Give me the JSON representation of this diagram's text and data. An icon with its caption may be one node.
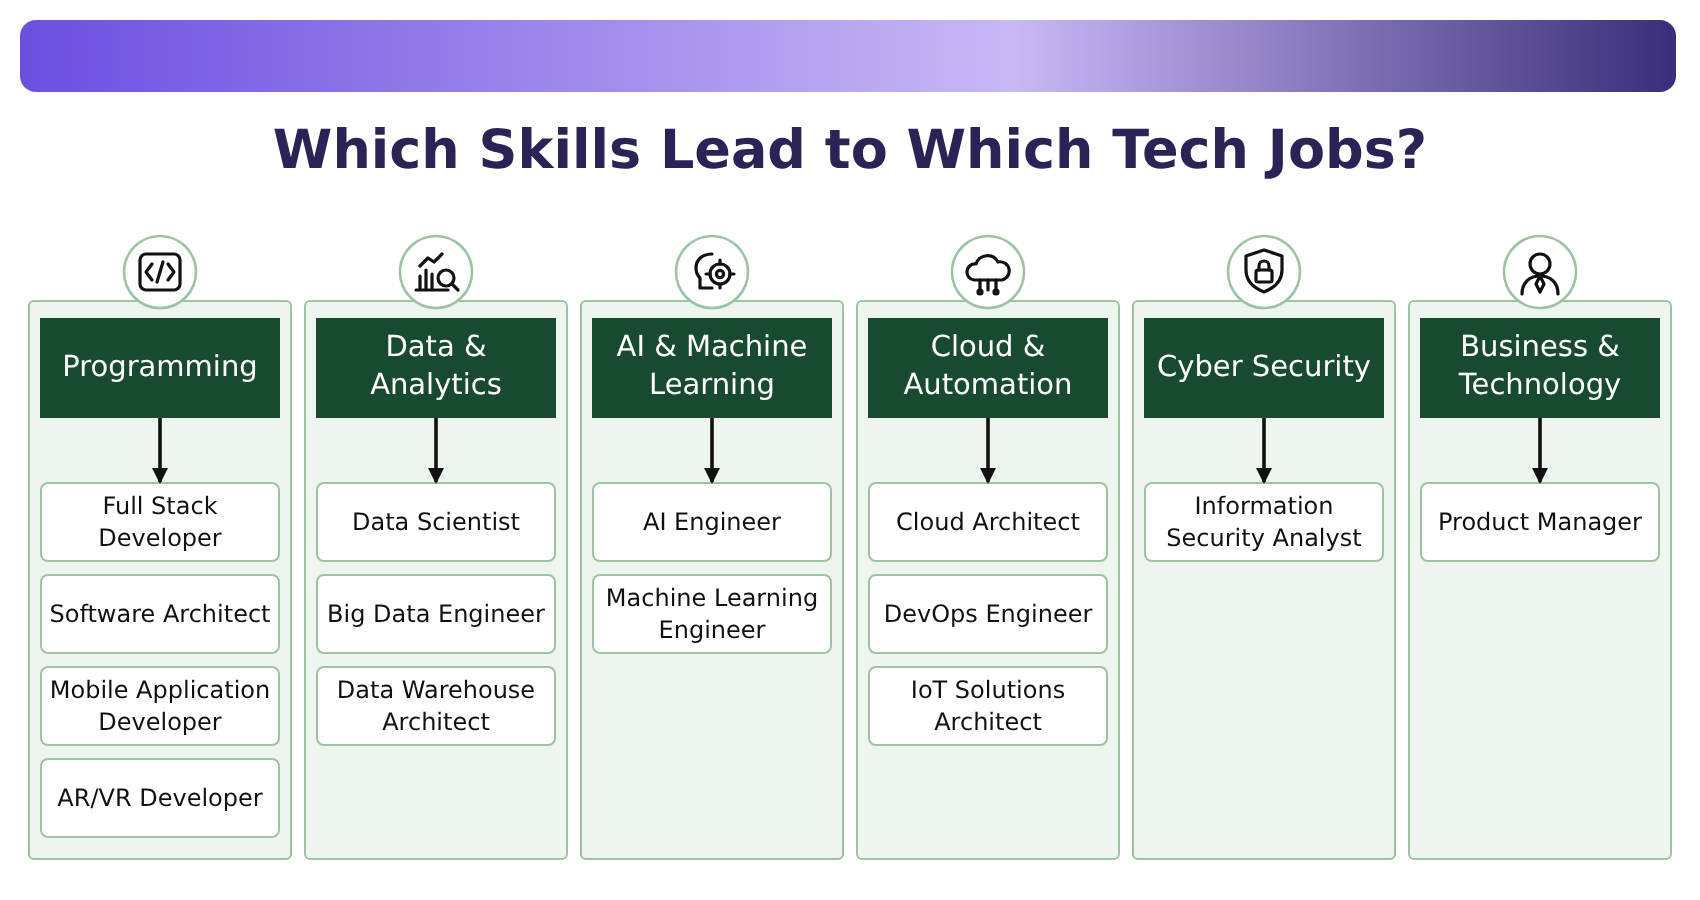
{
  "diagram": {
    "title": "Which Skills Lead to Which Tech Jobs?",
    "nodes": [
      {
        "text": [],
        "shape": "box"
      },
      {
        "text": [
          "Programming"
        ],
        "in": 0
      },
      {
        "text": [
          "Full Stack Developer"
        ],
        "in": 0
      },
      {
        "text": [
          "Software Architect"
        ],
        "in": 0
      },
      {
        "text": [
          "Mobile Application Developer"
        ],
        "in": 0
      },
      {
        "text": [
          "AR/VR Developer"
        ],
        "in": 0
      },
      {
        "text": [],
        "shape": "box"
      },
      {
        "text": [
          "Data & Analytics"
        ],
        "in": 6
      },
      {
        "text": [
          "Data Scientist"
        ],
        "in": 6
      },
      {
        "text": [
          "Big Data Engineer"
        ],
        "in": 6
      },
      {
        "text": [
          "Data Warehouse Architect"
        ],
        "in": 6
      },
      {
        "text": [],
        "shape": "box"
      },
      {
        "text": [
          "AI & Machine Learning"
        ],
        "in": 11
      },
      {
        "text": [
          "AI Engineer"
        ],
        "in": 11
      },
      {
        "text": [
          "Machine Learning Engineer"
        ],
        "in": 11
      },
      {
        "text": [],
        "shape": "box"
      },
      {
        "text": [
          "Cloud & Automation"
        ],
        "in": 15
      },
      {
        "text": [
          "Cloud Architect"
        ],
        "in": 15
      },
      {
        "text": [
          "DevOps Engineer"
        ],
        "in": 15
      },
      {
        "text": [
          "IoT Solutions Architect"
        ],
        "in": 15
      },
      {
        "text": [],
        "shape": "box"
      },
      {
        "text": [
          "Cyber Security"
        ],
        "in": 20
      },
      {
        "text": [
          "Information Security Analyst"
        ],
        "in": 20
      },
      {
        "text": [],
        "shape": "box"
      },
      {
        "text": [
          "Business & Technology"
        ],
        "in": 23
      },
      {
        "text": [
          "Product Manager"
        ],
        "in": 23
      }
    ],
    "edges": [
      {
        "from": 1,
        "to": 2,
        "arrow": "to"
      },
      {
        "from": 7,
        "to": 8,
        "arrow": "to"
      },
      {
        "from": 12,
        "to": 13,
        "arrow": "to"
      },
      {
        "from": 16,
        "to": 17,
        "arrow": "to"
      },
      {
        "from": 21,
        "to": 22,
        "arrow": "to"
      },
      {
        "from": 24,
        "to": 25,
        "arrow": "to"
      }
    ]
  }
}
